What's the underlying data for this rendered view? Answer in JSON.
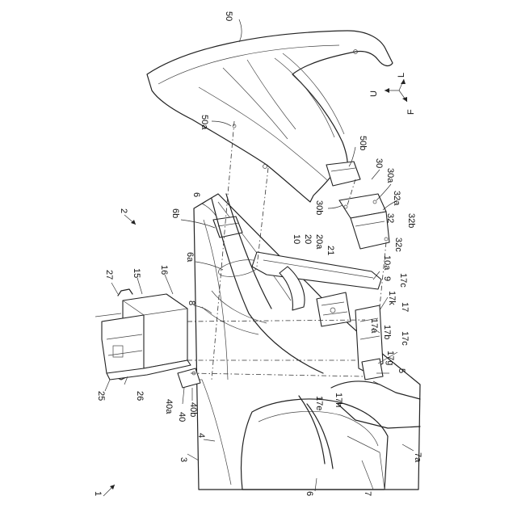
{
  "labels": {
    "l50": "50",
    "l50a": "50a",
    "l50b": "50b",
    "l2": "2",
    "l6_top": "6",
    "l6b": "6b",
    "l6a": "6a",
    "l8": "8",
    "l10": "10",
    "l20": "20",
    "l20a": "20a",
    "l21": "21",
    "l30": "30",
    "l30a": "30a",
    "l30b": "30b",
    "l32a": "32a",
    "l32": "32",
    "l32b": "32b",
    "l32c": "32c",
    "l10a": "10a",
    "l9": "9",
    "l17c_top": "17c",
    "l17k": "17k",
    "l17": "17",
    "l17a": "17a",
    "l17b": "17b",
    "l17c_bot": "17c",
    "l17g": "17g",
    "l5": "5",
    "l17e": "17e",
    "l17h": "17h",
    "l7a": "7a",
    "l7": "7",
    "l6_bot": "6",
    "l3": "3",
    "l4": "4",
    "l1": "1",
    "l40a": "40a",
    "l40": "40",
    "l40b": "40b",
    "l25": "25",
    "l26": "26",
    "l27": "27",
    "l15": "15",
    "l16": "16"
  },
  "axes": {
    "up": "U",
    "left": "L",
    "front": "F"
  }
}
